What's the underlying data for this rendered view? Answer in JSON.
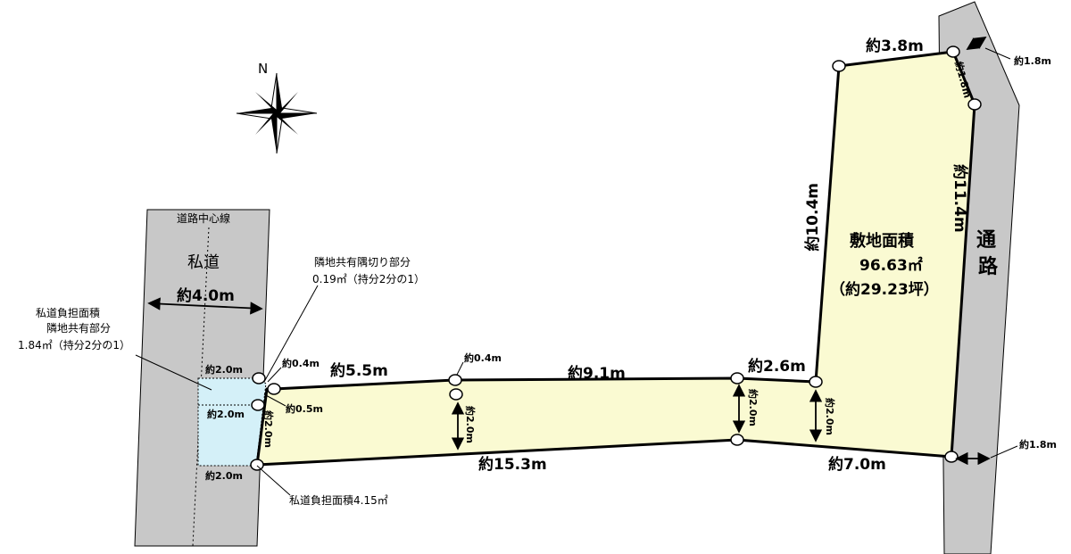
{
  "compass": {
    "north": "N"
  },
  "private_road": {
    "centerline": "道路中心線",
    "name": "私道",
    "width": "約4.0m"
  },
  "road": {
    "name_top": "通",
    "name_bottom": "路"
  },
  "burden_shared": {
    "line1": "私道負担面積",
    "line2": "隣地共有部分",
    "line3": "1.84㎡（持分2分の1）"
  },
  "corner_shared": {
    "line1": "隣地共有隅切り部分",
    "line2": "0.19㎡（持分2分の1）"
  },
  "burden_total": "私道負担面積4.15㎡",
  "site_area": {
    "title": "敷地面積",
    "value": "96.63㎡",
    "tsubo": "（約29.23坪）"
  },
  "dims": {
    "top_3_8": "約3.8m",
    "right_1_8_top": "約1.8m",
    "diag_1_8": "約1.8m",
    "right_11_4": "約11.4m",
    "left_10_4": "約10.4m",
    "seg_2_6": "約2.6m",
    "seg_9_1": "約9.1m",
    "seg_5_5": "約5.5m",
    "small_0_4_a": "約0.4m",
    "small_0_4_b": "約0.4m",
    "small_0_5": "約0.5m",
    "road_2_0_a": "約2.0m",
    "road_2_0_b": "約2.0m",
    "road_2_0_c": "約2.0m",
    "v_2_0_left": "約2.0m",
    "v_2_0_mid": "約2.0m",
    "v_2_0_a": "約2.0m",
    "v_2_0_b": "約2.0m",
    "bottom_15_3": "約15.3m",
    "bottom_7_0": "約7.0m",
    "right_1_8_bottom": "約1.8m"
  },
  "colors": {
    "lot_fill": "#fafad2",
    "road_fill": "#c8c8c8",
    "burden_fill": "#d4f0f8"
  }
}
